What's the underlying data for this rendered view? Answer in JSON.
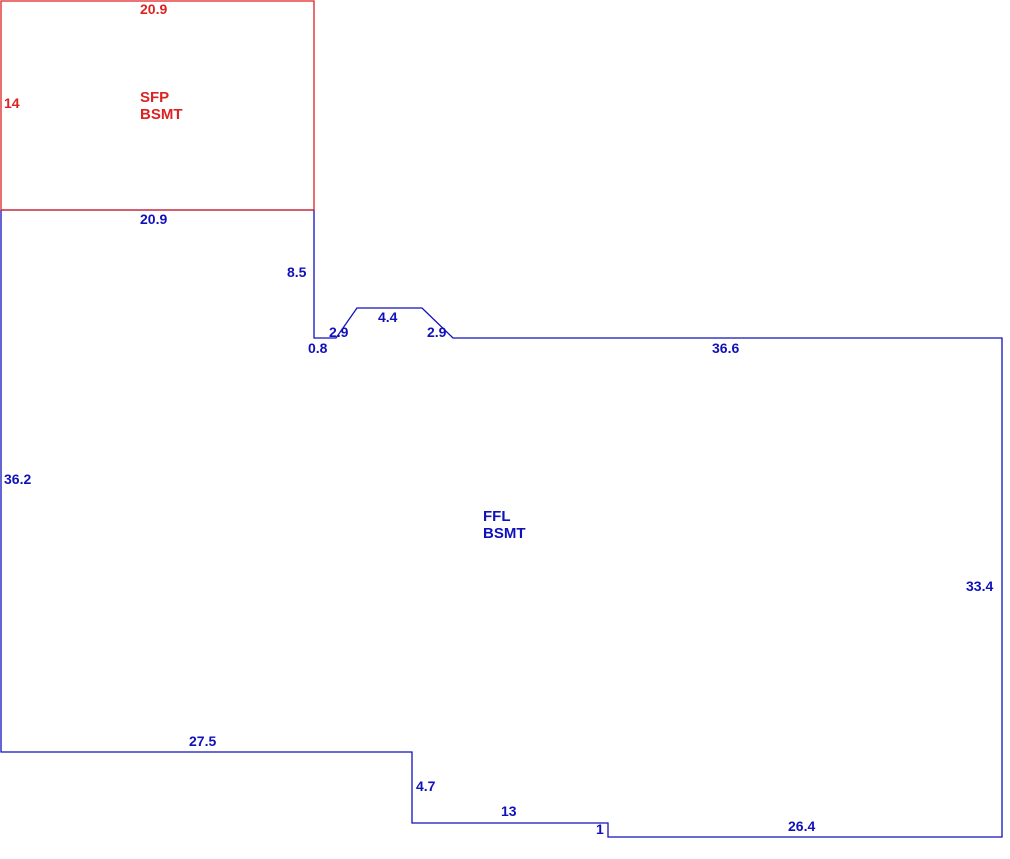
{
  "colors": {
    "sfp": "#dd2222",
    "ffl": "#1111bb",
    "background": "#ffffff"
  },
  "areas": {
    "sfp": {
      "line1": "SFP",
      "line2": "BSMT"
    },
    "ffl": {
      "line1": "FFL",
      "line2": "BSMT"
    }
  },
  "dimensions": {
    "sfp_top": "20.9",
    "sfp_left": "14",
    "ffl_top_left": "20.9",
    "ffl_step_down": "8.5",
    "ffl_jog": "0.8",
    "ffl_bay_left": "2.9",
    "ffl_bay_top": "4.4",
    "ffl_bay_right": "2.9",
    "ffl_top_right": "36.6",
    "ffl_left": "36.2",
    "ffl_right": "33.4",
    "ffl_bottom_left": "27.5",
    "ffl_bottom_step": "4.7",
    "ffl_bottom_middle": "13",
    "ffl_bottom_jog": "1",
    "ffl_bottom_right": "26.4"
  }
}
